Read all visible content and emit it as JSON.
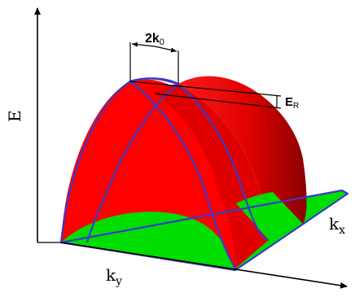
{
  "labels": {
    "energy_axis": "E",
    "kx_axis": "k",
    "kx_subscript": "x",
    "ky_axis": "k",
    "ky_subscript": "y",
    "separation_main": "2k",
    "separation_subscript": "0",
    "recoil_main": "E",
    "recoil_subscript": "R"
  },
  "colors": {
    "surface": "#ff0000",
    "surface_shadow": "#b00000",
    "surface_dark": "#7a0000",
    "plane": "#00dd00",
    "outline": "#3a3ac8",
    "axis": "#000000"
  }
}
